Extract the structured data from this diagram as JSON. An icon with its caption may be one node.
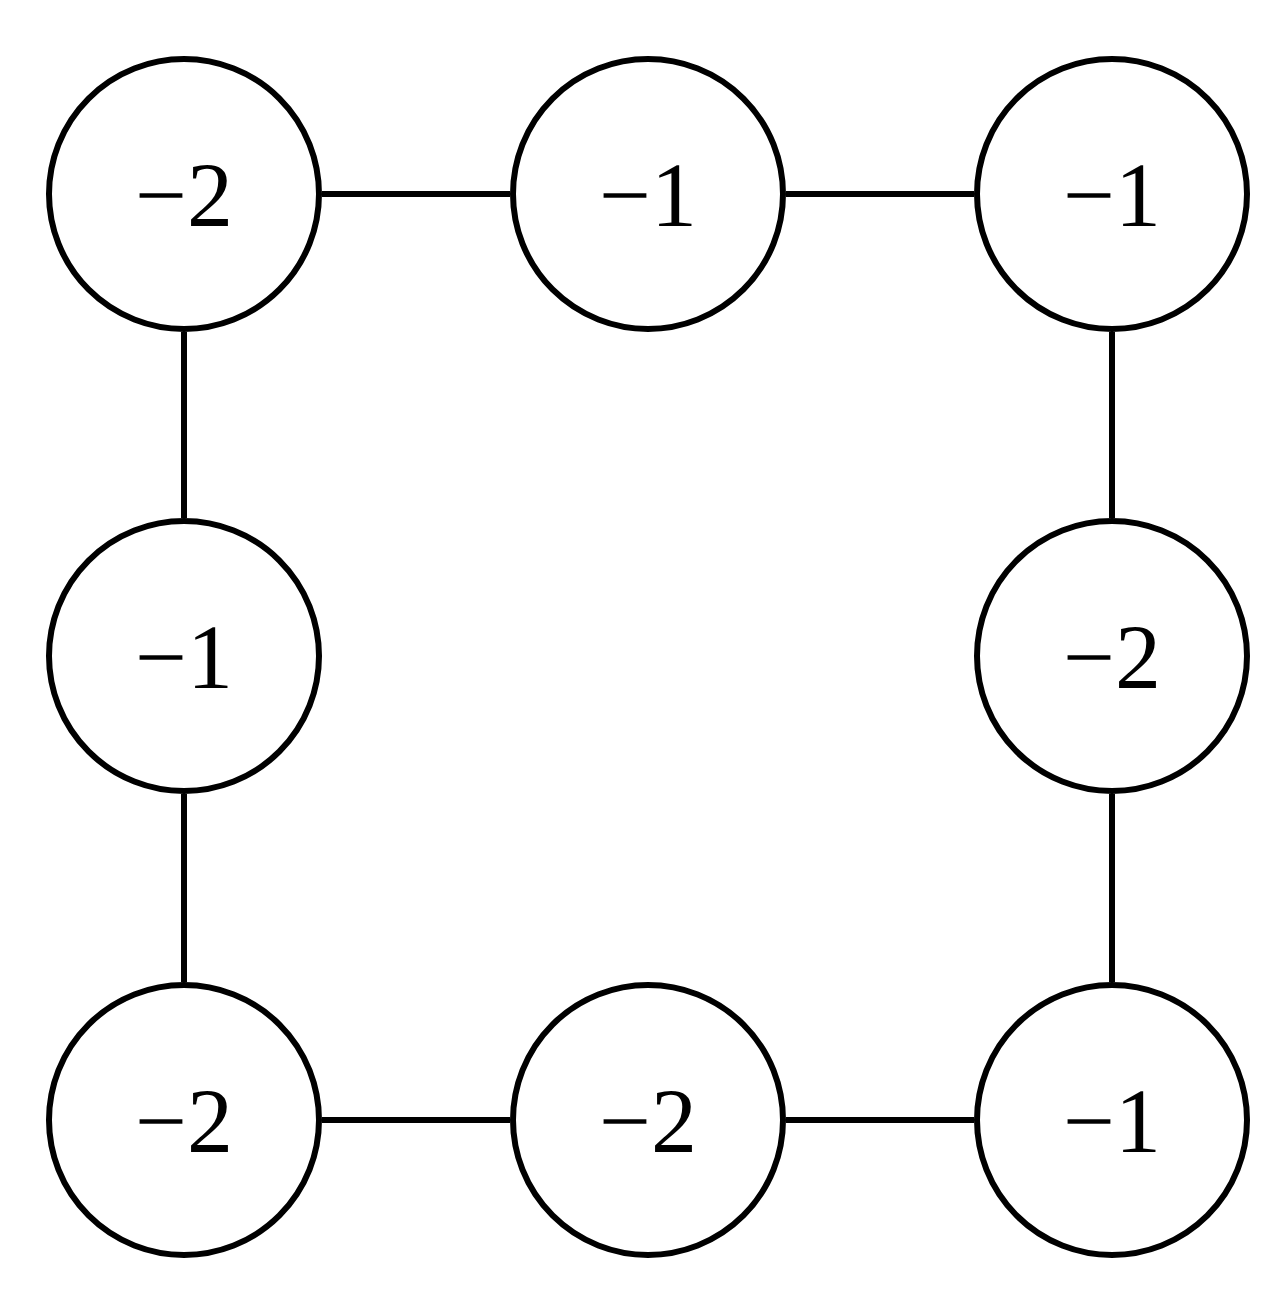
{
  "diagram": {
    "nodes": [
      {
        "text": [
          "−2"
        ]
      },
      {
        "text": [
          "−1"
        ]
      },
      {
        "text": [
          "−1"
        ]
      },
      {
        "text": [
          "−1"
        ]
      },
      {
        "text": [
          "−2"
        ]
      },
      {
        "text": [
          "−2"
        ]
      },
      {
        "text": [
          "−2"
        ]
      },
      {
        "text": [
          "−1"
        ]
      }
    ],
    "edges": [
      {
        "from": 0,
        "to": 1,
        "arrow": "none"
      },
      {
        "from": 1,
        "to": 2,
        "arrow": "none"
      },
      {
        "from": 0,
        "to": 3,
        "arrow": "none"
      },
      {
        "from": 2,
        "to": 4,
        "arrow": "none"
      },
      {
        "from": 3,
        "to": 5,
        "arrow": "none"
      },
      {
        "from": 4,
        "to": 7,
        "arrow": "none"
      },
      {
        "from": 5,
        "to": 6,
        "arrow": "none"
      },
      {
        "from": 6,
        "to": 7,
        "arrow": "none"
      }
    ]
  }
}
